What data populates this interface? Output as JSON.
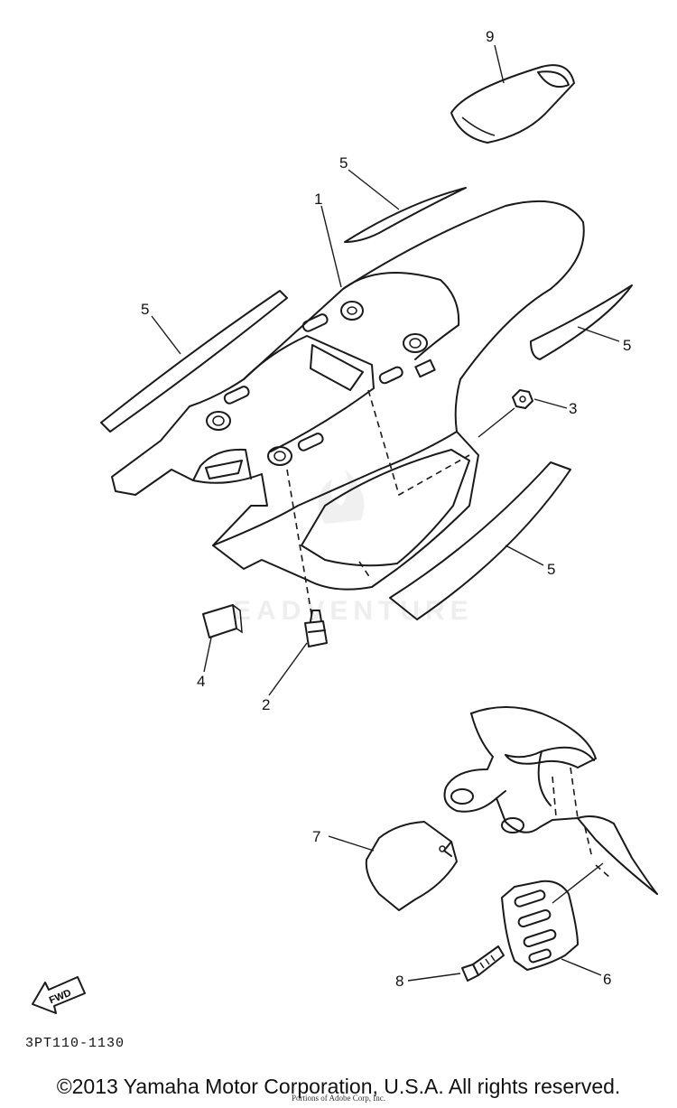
{
  "callouts": [
    "9",
    "5",
    "1",
    "5",
    "5",
    "3",
    "5",
    "4",
    "2",
    "7",
    "8",
    "6"
  ],
  "watermark": "EADVENTURE",
  "fwd_label": "FWD",
  "part_code": "3PT110-1130",
  "copyright": "©2013 Yamaha Motor Corporation, U.S.A. All rights reserved.",
  "credit": "Portions of Adobe Corp, Inc."
}
